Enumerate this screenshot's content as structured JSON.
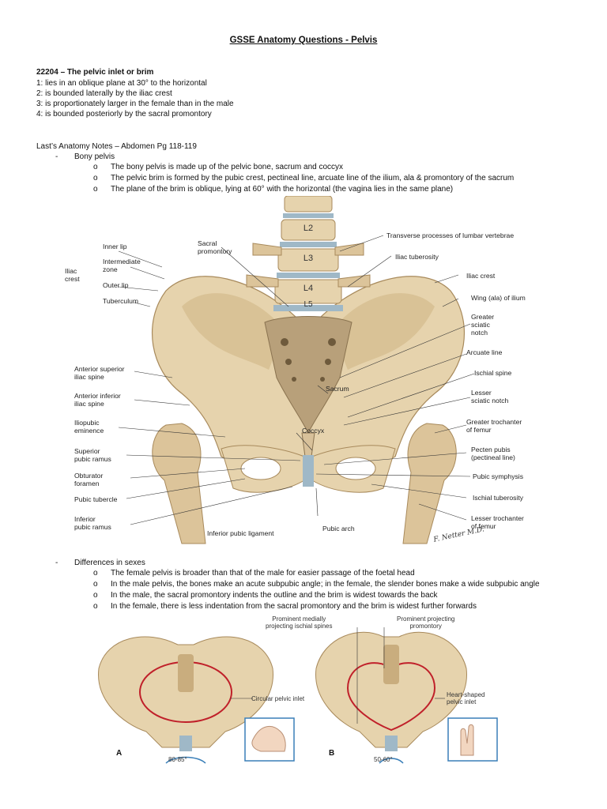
{
  "title": "GSSE Anatomy Questions - Pelvis",
  "question": {
    "heading": "22204 – The pelvic inlet or brim",
    "options": [
      "1: lies in an oblique plane at 30° to the horizontal",
      "2: is bounded laterally by the iliac crest",
      "3: is proportionately larger in the female than in the male",
      "4: is bounded posteriorly by the sacral promontory"
    ]
  },
  "source": "Last’s Anatomy Notes – Abdomen Pg 118-119",
  "bony_pelvis": {
    "heading": "Bony pelvis",
    "points": [
      "The bony pelvis is made up of the pelvic bone, sacrum and coccyx",
      "The pelvic brim is formed by the pubic crest, pectineal line, arcuate line of the ilium, ala & promontory of the sacrum",
      "The plane of the brim is oblique, lying at 60° with the horizontal (the vagina lies in the same plane)"
    ]
  },
  "figure1": {
    "left_labels": {
      "iliac_crest": "Iliac\ncrest",
      "inner_lip": "Inner lip",
      "intermediate_zone": "Intermediate\nzone",
      "outer_lip": "Outer lip",
      "tuberculum": "Tuberculum",
      "asis": "Anterior superior\niliac spine",
      "aiis": "Anterior inferior\niliac spine",
      "iliopubic": "Iliopubic\neminence",
      "superior_ramus": "Superior\npubic ramus",
      "obturator": "Obturator\nforamen",
      "pubic_tubercle": "Pubic tubercle",
      "inferior_ramus": "Inferior\npubic ramus"
    },
    "center_labels": {
      "sacral_promontory": "Sacral\npromontory",
      "sacrum": "Sacrum",
      "coccyx": "Coccyx",
      "inferior_pubic_ligament": "Inferior pubic ligament",
      "pubic_arch": "Pubic arch"
    },
    "vertebrae": [
      "L2",
      "L3",
      "L4",
      "L5"
    ],
    "right_labels": {
      "transverse": "Transverse processes of lumbar vertebrae",
      "iliac_tuberosity": "Iliac tuberosity",
      "iliac_crest": "Iliac crest",
      "wing": "Wing (ala) of ilium",
      "greater_sciatic": "Greater\nsciatic\nnotch",
      "arcuate": "Arcuate line",
      "ischial_spine": "Ischial spine",
      "lesser_sciatic": "Lesser\nsciatic notch",
      "greater_trochanter": "Greater trochanter\nof femur",
      "pecten": "Pecten pubis\n(pectineal line)",
      "pubic_symphysis": "Pubic symphysis",
      "ischial_tuberosity": "Ischial tuberosity",
      "lesser_trochanter": "Lesser trochanter\nof femur"
    },
    "signature": "F. Netter M.D."
  },
  "differences": {
    "heading": "Differences in sexes",
    "points": [
      "The female pelvis is broader than that of the male for easier passage of the foetal head",
      "In the male pelvis, the bones make an acute subpubic angle; in the female, the slender bones make a wide subpubic angle",
      "In the male, the sacral promontory indents the outline and the brim is widest towards the back",
      "In the female, there is less indentation from the sacral promontory and the brim is widest further forwards"
    ]
  },
  "figure2": {
    "ischial_spines": "Prominent medially\nprojecting ischial spines",
    "promontory": "Prominent projecting\npromontory",
    "circular_inlet": "Circular pelvic inlet",
    "heart_inlet": "Heart-shaped\npelvic inlet",
    "panel_a": "A",
    "panel_b": "B",
    "angle_a": "80-85°",
    "angle_b": "50-60°"
  },
  "colors": {
    "bone": "#e6d3ad",
    "bone_shadow": "#c9ad7e",
    "disc": "#9fb8c7",
    "inlet_red": "#c0202a",
    "hand_blue": "#3a7fb8"
  }
}
